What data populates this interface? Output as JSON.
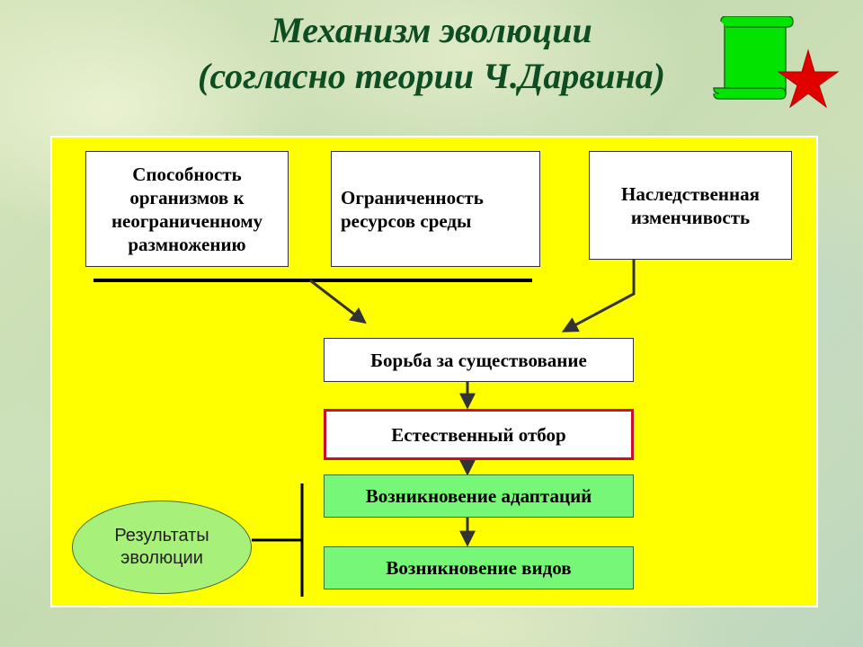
{
  "title": {
    "line1": "Механизм  эволюции",
    "line2": "(согласно  теории  Ч.Дарвина)"
  },
  "icons": {
    "scroll": "scroll-icon",
    "star": "star-icon",
    "scroll_color": "#00e400",
    "star_color": "#e00000"
  },
  "diagram": {
    "panel_color": "#ffff00",
    "factors": {
      "reproduction": [
        "Способность",
        "организмов  к",
        "неограниченному",
        "размножению"
      ],
      "resources": [
        "Ограниченность",
        "ресурсов  среды"
      ],
      "heredity": [
        "Наследственная",
        "изменчивость"
      ]
    },
    "struggle": "Борьба  за  существование",
    "selection": "Естественный  отбор",
    "adaptations": "Возникновение  адаптаций",
    "species": "Возникновение  видов",
    "results": [
      "Результаты",
      "эволюции"
    ],
    "selection_border_color": "#c8102e",
    "result_box_color": "#77f777"
  }
}
